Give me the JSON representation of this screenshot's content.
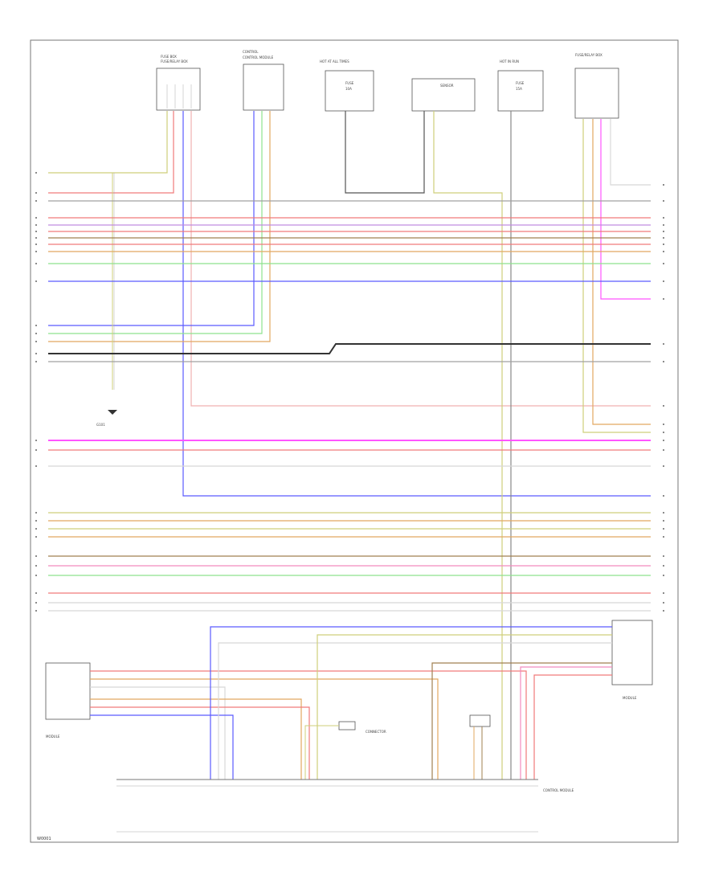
{
  "diagram_code": "W0001",
  "colors": {
    "yellow": "#cfcf7a",
    "red": "#f07a7a",
    "pink": "#f28bbd",
    "magenta": "#ff55ff",
    "blue": "#5a5aff",
    "green": "#8ee28e",
    "orange": "#e2a860",
    "brown": "#a08050",
    "grey": "#a0a0a0",
    "black": "#333333",
    "white_wire": "#d8d8d8",
    "violet": "#c08ce0"
  },
  "components": {
    "top_fuse_box_a": "FUSE/RELAY BOX",
    "top_module_b": "CONTROL MODULE",
    "top_hot_a": "HOT AT ALL TIMES",
    "top_sensor": "SENSOR",
    "top_hot_b": "HOT IN RUN",
    "top_fuse_box_b": "FUSE/RELAY BOX",
    "ground": "G101",
    "left_module": "MODULE",
    "right_module": "MODULE",
    "bottom_module": "CONTROL MODULE",
    "mid_component": "CONNECTOR"
  }
}
